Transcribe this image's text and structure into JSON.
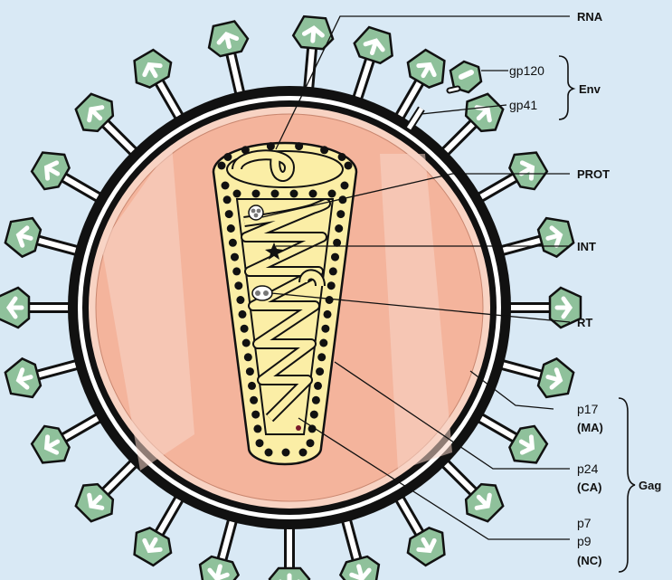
{
  "diagram": {
    "labels": {
      "rna": "RNA",
      "gp120": "gp120",
      "gp41": "gp41",
      "env": "Env",
      "prot": "PROT",
      "int": "INT",
      "rt": "RT",
      "p17": "p17",
      "ma": "(MA)",
      "p24": "p24",
      "ca": "(CA)",
      "gag": "Gag",
      "p7": "p7",
      "p9": "p9",
      "nc": "(NC)"
    },
    "colors": {
      "background": "#d9e9f5",
      "virion_fill": "#f4b49c",
      "envelope": "#111111",
      "spike_head": "#8fc19b",
      "capsid_fill": "#fbeea6"
    }
  }
}
